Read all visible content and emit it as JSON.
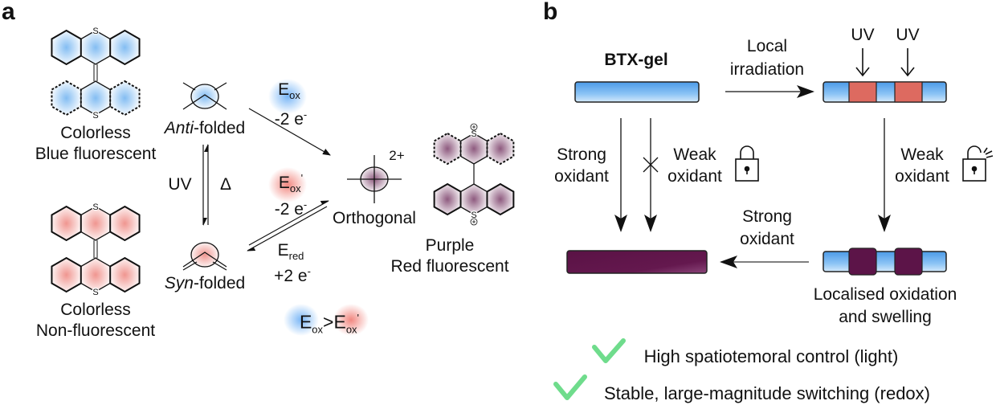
{
  "panel_a": {
    "label": "a",
    "top_molecule": {
      "line1": "Colorless",
      "line2": "Blue fluorescent"
    },
    "bottom_molecule": {
      "line1": "Colorless",
      "line2": "Non-fluorescent"
    },
    "anti_folded": {
      "italic": "Anti",
      "rest": "-folded"
    },
    "syn_folded": {
      "italic": "Syn",
      "rest": "-folded"
    },
    "uv": "UV",
    "heat": "Δ",
    "eox": {
      "E": "E",
      "sub": "ox",
      "electrons": "-2 e",
      "sup": "-"
    },
    "eox_prime": {
      "E": "E",
      "sub": "ox",
      "prime": "'",
      "electrons": "-2 e",
      "sup": "-"
    },
    "ered": {
      "E": "E",
      "sub": "red",
      "electrons": "+2 e",
      "sup": "-"
    },
    "charge": "2+",
    "orthogonal": "Orthogonal",
    "product": {
      "line1": "Purple",
      "line2": "Red fluorescent"
    },
    "comparison": {
      "E1": "E",
      "sub1": "ox",
      "op": ">",
      "E2": "E",
      "sub2": "ox",
      "prime": "'"
    },
    "atom_S": "S",
    "colors": {
      "blue": "#5aa7ee",
      "red": "#ec7b74",
      "purple": "#7a3d68"
    }
  },
  "panel_b": {
    "label": "b",
    "gel_label": "BTX-gel",
    "local_irradiation": {
      "line1": "Local",
      "line2": "irradiation"
    },
    "uv_labels": [
      "UV",
      "UV"
    ],
    "strong_oxidant_left": {
      "line1": "Strong",
      "line2": "oxidant"
    },
    "weak_oxidant_left": {
      "line1": "Weak",
      "line2": "oxidant"
    },
    "weak_oxidant_right": {
      "line1": "Weak",
      "line2": "oxidant"
    },
    "strong_oxidant_bottom": {
      "line1": "Strong",
      "line2": "oxidant"
    },
    "localised": {
      "line1": "Localised oxidation",
      "line2": "and swelling"
    },
    "benefits": [
      "High spatiotemoral control (light)",
      "Stable, large-magnitude switching (redox)"
    ],
    "colors": {
      "gel_blue": "#6fb2ee",
      "irradiated_red": "#dd6a60",
      "oxidised_purple": "#5c1448",
      "check_green": "#6fdc8c"
    }
  }
}
